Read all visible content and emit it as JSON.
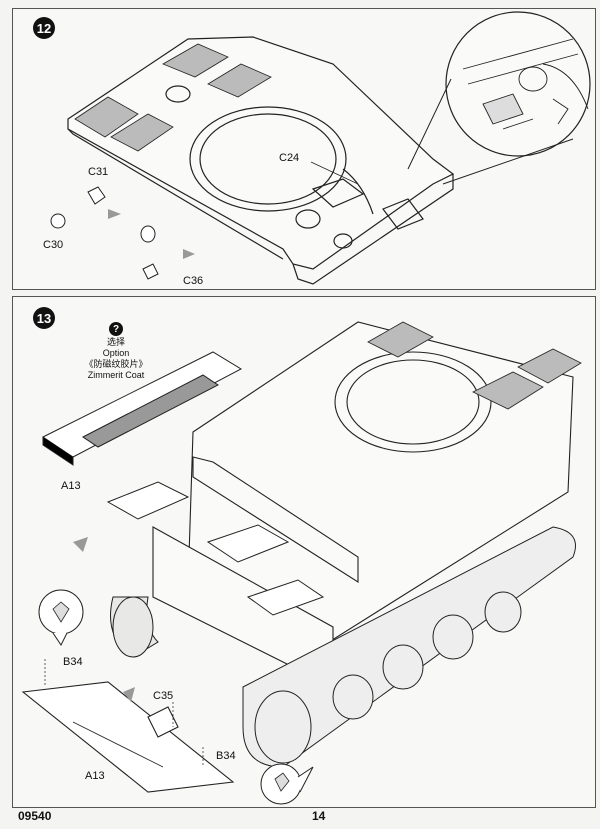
{
  "step12": {
    "number": "12",
    "labels": {
      "c31": "C31",
      "c30": "C30",
      "c36": "C36",
      "c24": "C24"
    }
  },
  "step13": {
    "number": "13",
    "option": {
      "icon": "?",
      "line1": "选择",
      "line2": "Option",
      "line3": "《防磁纹胶片》",
      "line4": "Zimmerit Coat"
    },
    "labels": {
      "a13_top": "A13",
      "a13_bottom": "A13",
      "b34_left": "B34",
      "b34_right": "B34",
      "c35": "C35"
    }
  },
  "footer": {
    "code": "09540",
    "page": "14"
  }
}
